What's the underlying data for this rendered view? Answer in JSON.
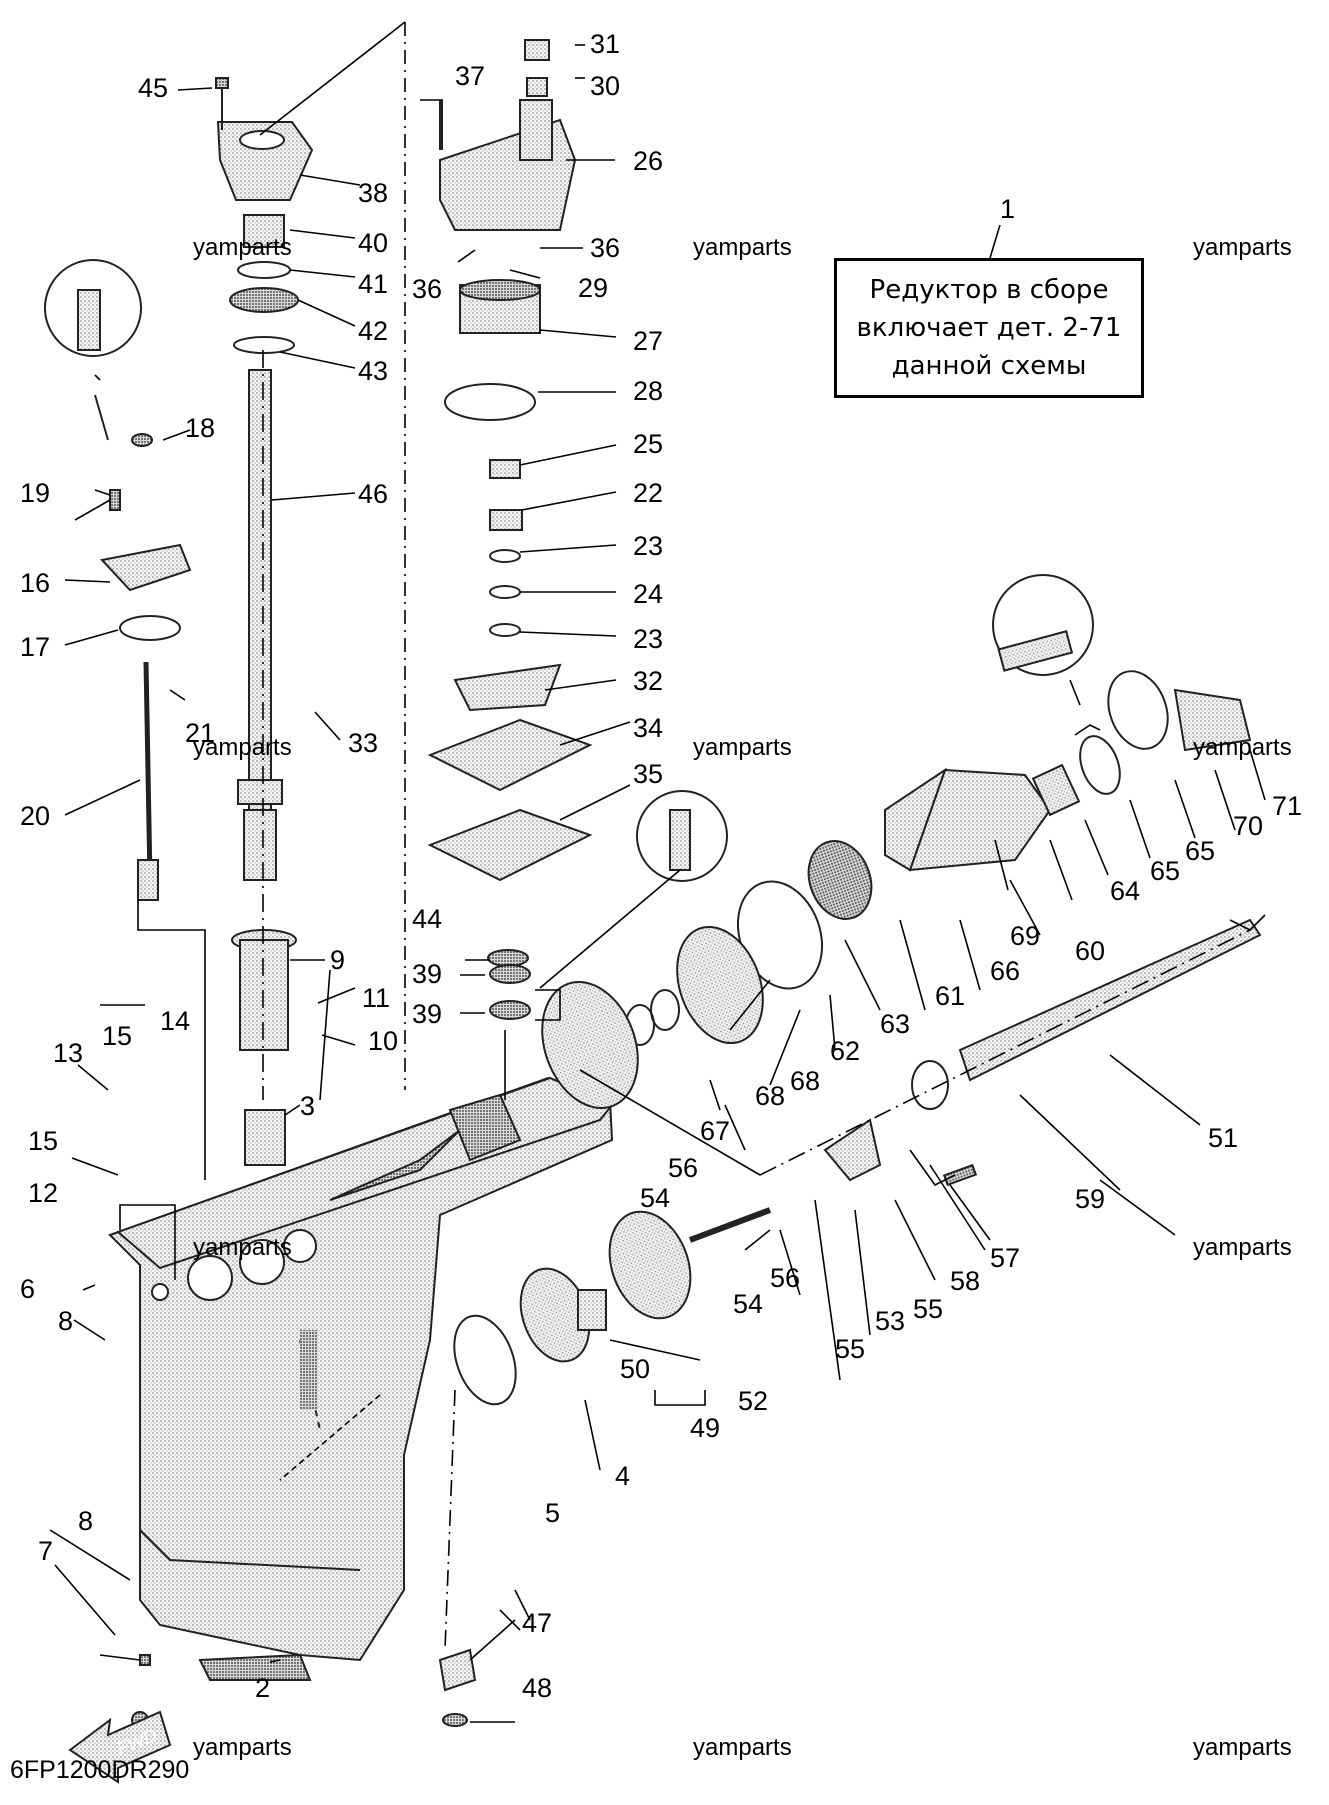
{
  "diagram_code": "6FP1200DR290",
  "fwd_label": "FWD",
  "watermark": "yamparts",
  "note": {
    "callout": "1",
    "lines": [
      "Редуктор в сборе",
      "включает дет. 2-71",
      "данной схемы"
    ]
  },
  "callouts": {
    "n2": "2",
    "n3": "3",
    "n4": "4",
    "n5": "5",
    "n6": "6",
    "n7": "7",
    "n8a": "8",
    "n8b": "8",
    "n9": "9",
    "n10": "10",
    "n11": "11",
    "n12": "12",
    "n13": "13",
    "n14": "14",
    "n15a": "15",
    "n15b": "15",
    "n16": "16",
    "n17": "17",
    "n18": "18",
    "n19": "19",
    "n20": "20",
    "n21": "21",
    "n22": "22",
    "n23a": "23",
    "n23b": "23",
    "n24": "24",
    "n25": "25",
    "n26": "26",
    "n27": "27",
    "n28": "28",
    "n29": "29",
    "n30": "30",
    "n31": "31",
    "n32": "32",
    "n33": "33",
    "n34": "34",
    "n35": "35",
    "n36a": "36",
    "n36b": "36",
    "n37": "37",
    "n38": "38",
    "n39a": "39",
    "n39b": "39",
    "n40": "40",
    "n41": "41",
    "n42": "42",
    "n43": "43",
    "n44": "44",
    "n45": "45",
    "n46": "46",
    "n47": "47",
    "n48": "48",
    "n49": "49",
    "n50": "50",
    "n51": "51",
    "n52": "52",
    "n53": "53",
    "n54a": "54",
    "n54b": "54",
    "n55a": "55",
    "n55b": "55",
    "n56a": "56",
    "n56b": "56",
    "n57": "57",
    "n58": "58",
    "n59": "59",
    "n60": "60",
    "n61": "61",
    "n62": "62",
    "n63": "63",
    "n64": "64",
    "n65a": "65",
    "n65b": "65",
    "n66": "66",
    "n67": "67",
    "n68a": "68",
    "n68b": "68",
    "n69": "69",
    "n70": "70",
    "n71": "71"
  }
}
